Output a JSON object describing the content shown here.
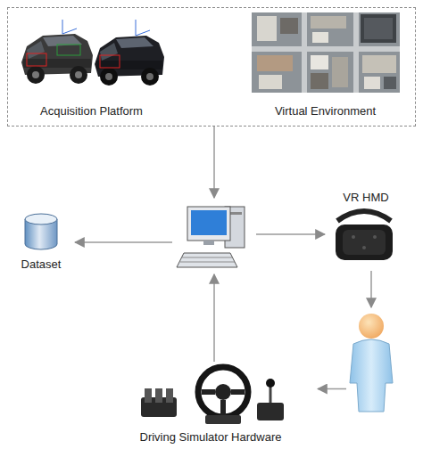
{
  "diagram": {
    "nodes": [
      {
        "text": []
      },
      {
        "text": [
          "Acquisition Platform"
        ],
        "in": 0
      },
      {
        "text": [
          "Virtual Environment"
        ],
        "in": 0
      },
      {
        "text": []
      },
      {
        "text": [
          "Dataset"
        ]
      },
      {
        "text": [
          "VR HMD"
        ]
      },
      {
        "text": []
      },
      {
        "text": [
          "Driving Simulator Hardware"
        ]
      }
    ],
    "edges": [
      {
        "from": 0,
        "to": 3,
        "arrow": "to"
      },
      {
        "from": 3,
        "to": 4,
        "arrow": "to"
      },
      {
        "from": 3,
        "to": 5,
        "arrow": "to"
      },
      {
        "from": 5,
        "to": 6,
        "arrow": "to"
      },
      {
        "from": 6,
        "to": 7,
        "arrow": "to"
      },
      {
        "from": 7,
        "to": 3,
        "arrow": "to"
      }
    ]
  }
}
